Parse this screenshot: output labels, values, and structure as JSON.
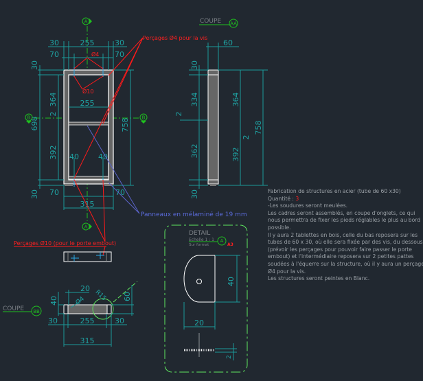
{
  "front_view": {
    "axis_a": "A",
    "axis_b": "B",
    "dims": {
      "top_left": "30",
      "top_mid": "255",
      "top_right": "30",
      "second_left": "70",
      "second_right": "70",
      "inner_width": "255",
      "left_top": "30",
      "upper_height": "364",
      "gap": "2",
      "lower_height": "392",
      "total_left": "698",
      "bottom_left": "30",
      "total_right": "758",
      "foot_left": "40",
      "foot_right": "40",
      "bottom_70_left": "70",
      "bottom_70_right": "70",
      "overall_width": "315"
    },
    "hole_small": "Ø4",
    "hole_large": "Ø10",
    "label_holes_screws": "Perçages Ø4 pour la vis",
    "label_holes_endcap": "Perçages Ø10 (pour le porte embout)",
    "label_panels": "Panneaux en mélaminé de 19 mm"
  },
  "section_aa": {
    "title": "COUPE",
    "tag": "AA",
    "dims": {
      "width": "60",
      "top": "30",
      "upper_left": "334",
      "gap_left": "2",
      "lower_left": "362",
      "bottom": "30",
      "upper_right": "364",
      "gap_right": "2",
      "lower_right": "392",
      "total": "758"
    }
  },
  "section_bb": {
    "title": "COUPE",
    "tag": "BB",
    "dims": {
      "d20": "20",
      "d40": "40",
      "d60": "60",
      "left": "30",
      "mid": "255",
      "right": "30",
      "total": "315"
    },
    "hole": "Ø4",
    "radius": "R15"
  },
  "detail": {
    "title": "DETAIL",
    "scale": "Echelle 1 : 1",
    "format": "Sur format",
    "format_value": "A3",
    "tag": "A",
    "dims": {
      "height": "40",
      "width": "20",
      "thickness": "2"
    }
  },
  "notes": {
    "line1": "Fabrication de structures en acier (tube de 60 x30)",
    "qty_label": "Quantité : ",
    "qty_value": "3",
    "line3": "-Les soudures  seront meulées.",
    "line4": "Les cadres seront assemblés, en coupe d'onglets, ce qui",
    "line5": "nous permettra de fixer les pieds réglables le plus au bord",
    "line6": "possible.",
    "line7": "Il y aura 2 tablettes en bois, celle du bas reposera sur les",
    "line8": " tubes de 60 x 30, où elle sera fixée par des vis, du dessous,",
    "line9": "(prévoir les perçages pour pouvoir faire passer le porte",
    "line10": "embout) et l'intermédiaire reposera sur 2 petites pattes",
    "line11": " soudées à l'équerre sur la structure, où il y aura un perçage",
    "line12": "Ø4 pour la vis.",
    "line13": "Les structures seront peintes en Blanc."
  }
}
